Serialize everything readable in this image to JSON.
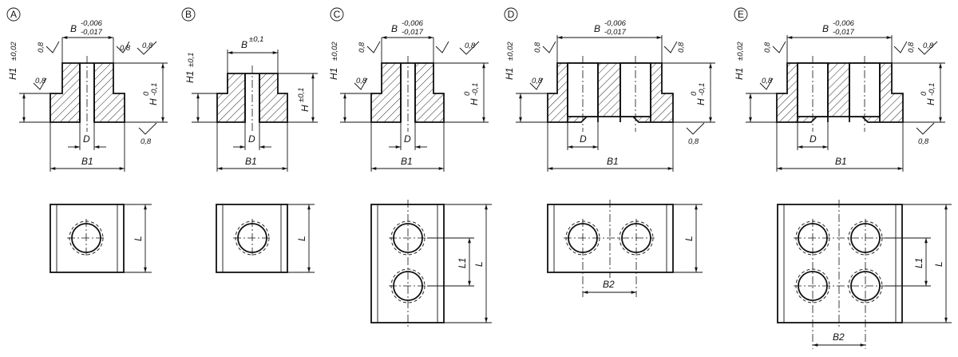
{
  "variants": [
    {
      "letter": "A",
      "b": "B",
      "b_tol_upper": "-0,006",
      "b_tol_lower": "-0,017",
      "h1": "H1",
      "h1_tol": "±0,02",
      "h": "H",
      "h_tol_upper": "0",
      "h_tol_lower": "-0,1",
      "d": "D",
      "b1": "B1",
      "l": "L",
      "roughness": "0,8"
    },
    {
      "letter": "B",
      "b": "B",
      "b_tol": "±0,1",
      "h1": "H1",
      "h1_tol": "±0,1",
      "h": "H",
      "h_tol": "±0,1",
      "d": "D",
      "b1": "B1",
      "l": "L"
    },
    {
      "letter": "C",
      "b": "B",
      "b_tol_upper": "-0,006",
      "b_tol_lower": "-0,017",
      "h1": "H1",
      "h1_tol": "±0,02",
      "h": "H",
      "h_tol_upper": "0",
      "h_tol_lower": "-0,1",
      "d": "D",
      "b1": "B1",
      "l": "L",
      "l1": "L1",
      "roughness": "0,8"
    },
    {
      "letter": "D",
      "b": "B",
      "b_tol_upper": "-0,006",
      "b_tol_lower": "-0,017",
      "h1": "H1",
      "h1_tol": "±0,02",
      "h": "H",
      "h_tol_upper": "0",
      "h_tol_lower": "-0,1",
      "d": "D",
      "b1": "B1",
      "l": "L",
      "b2": "B2",
      "roughness": "0,8"
    },
    {
      "letter": "E",
      "b": "B",
      "b_tol_upper": "-0,006",
      "b_tol_lower": "-0,017",
      "h1": "H1",
      "h1_tol": "±0,02",
      "h": "H",
      "h_tol_upper": "0",
      "h_tol_lower": "-0,1",
      "d": "D",
      "b1": "B1",
      "l": "L",
      "l1": "L1",
      "b2": "B2",
      "roughness": "0,8"
    }
  ]
}
